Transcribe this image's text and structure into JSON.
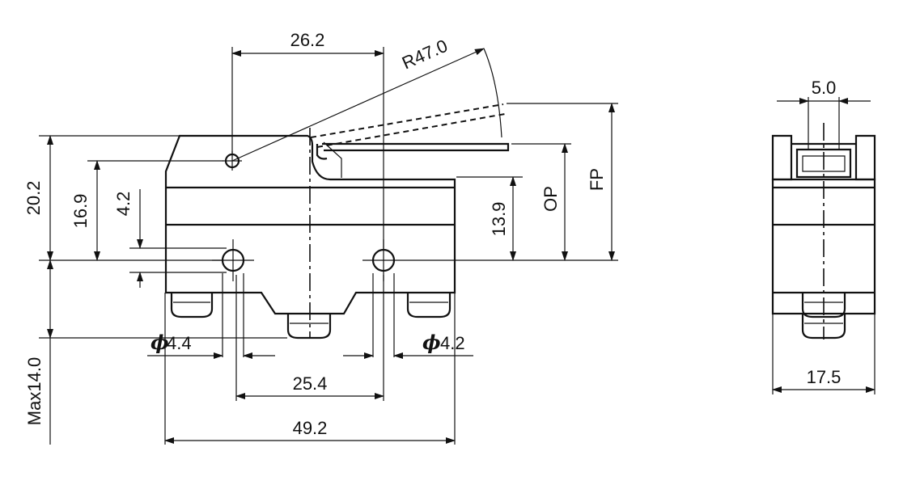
{
  "side_view": {
    "dim_top_pivot_to_hole": "26.2",
    "dim_lever_radius": "R47.0",
    "dim_total_height": "20.2",
    "dim_pivot_height": "16.9",
    "dim_hole_offset": "4.2",
    "dim_hole_to_top": "13.9",
    "dim_operating_position": "OP",
    "dim_free_position": "FP",
    "dim_terminal_max": "Max14.0",
    "dim_hole_left_symbol": "ϕ",
    "dim_hole_left_value": "4.4",
    "dim_hole_right_symbol": "ϕ",
    "dim_hole_right_value": "4.2",
    "dim_hole_spacing": "25.4",
    "dim_body_width": "49.2"
  },
  "end_view": {
    "dim_plunger_width": "5.0",
    "dim_body_thickness": "17.5"
  }
}
